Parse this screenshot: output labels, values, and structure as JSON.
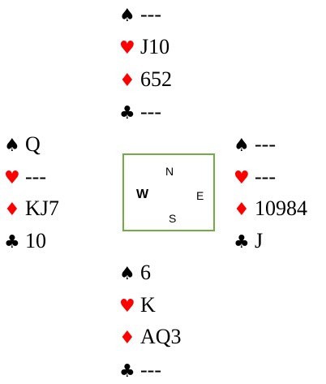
{
  "colors": {
    "red": "#ff0000",
    "black": "#000000",
    "box_border": "#70ad47"
  },
  "suit_symbols": {
    "spades": "♠",
    "hearts": "♥",
    "diamonds": "♦",
    "clubs": "♣"
  },
  "hands": {
    "north": {
      "spades": "---",
      "hearts": "J10",
      "diamonds": "652",
      "clubs": "---"
    },
    "west": {
      "spades": "Q",
      "hearts": "---",
      "diamonds": "KJ7",
      "clubs": "10"
    },
    "east": {
      "spades": "---",
      "hearts": "---",
      "diamonds": "10984",
      "clubs": "J"
    },
    "south": {
      "spades": "6",
      "hearts": "K",
      "diamonds": "AQ3",
      "clubs": "---"
    }
  },
  "compass": {
    "north": "N",
    "west": "W",
    "east": "E",
    "south": "S"
  }
}
